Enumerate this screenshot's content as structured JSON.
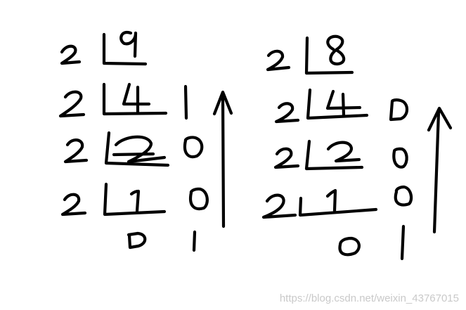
{
  "watermark": "https://blog.csdn.net/weixin_43767015",
  "ink_color": "#000000",
  "left_division": {
    "number": "9",
    "divisor": "2",
    "rows": [
      {
        "quotient": "9",
        "remainder": ""
      },
      {
        "quotient": "4",
        "remainder": "1"
      },
      {
        "quotient": "2",
        "remainder": "0"
      },
      {
        "quotient": "1",
        "remainder": "0"
      }
    ],
    "final_quotient": "0",
    "final_remainder": "1",
    "arrow": "up"
  },
  "right_division": {
    "number": "8",
    "divisor": "2",
    "rows": [
      {
        "quotient": "8",
        "remainder": ""
      },
      {
        "quotient": "4",
        "remainder": "0"
      },
      {
        "quotient": "2",
        "remainder": "0"
      },
      {
        "quotient": "1",
        "remainder": "0"
      }
    ],
    "final_quotient": "0",
    "final_remainder": "1",
    "arrow": "up"
  }
}
